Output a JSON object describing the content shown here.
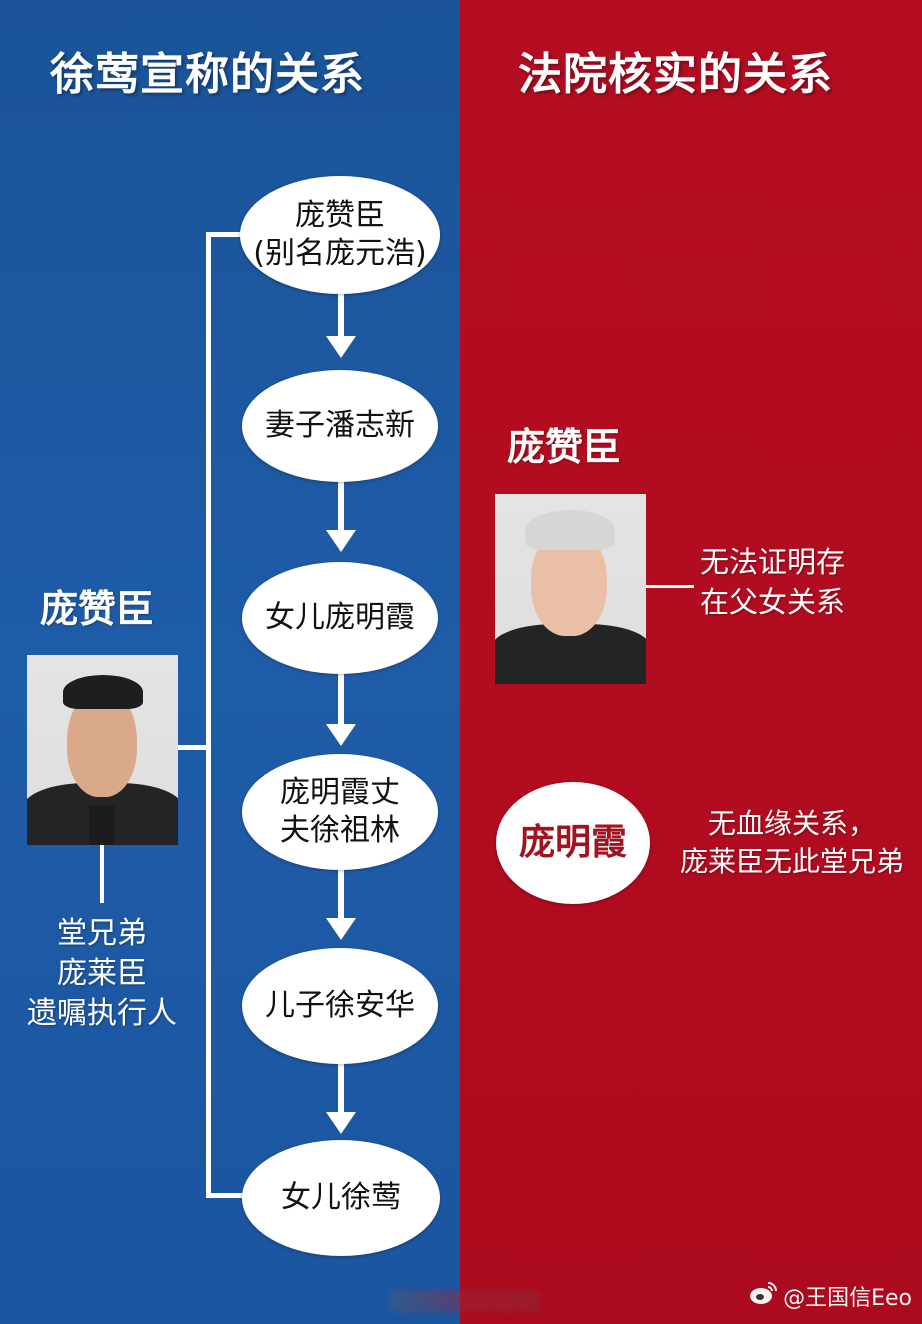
{
  "left_panel": {
    "title": "徐莺宣称的关系",
    "background_color": "#1f5ca8",
    "chain": [
      {
        "line1": "庞赞臣",
        "line2": "(别名庞元浩)"
      },
      {
        "line1": "妻子潘志新",
        "line2": ""
      },
      {
        "line1": "女儿庞明霞",
        "line2": ""
      },
      {
        "line1": "庞明霞丈",
        "line2": "夫徐祖林"
      },
      {
        "line1": "儿子徐安华",
        "line2": ""
      },
      {
        "line1": "女儿徐莺",
        "line2": ""
      }
    ],
    "person_name": "庞赞臣",
    "caption": [
      "堂兄弟",
      "庞莱臣",
      "遗嘱执行人"
    ]
  },
  "right_panel": {
    "title": "法院核实的关系",
    "background_color": "#b20c20",
    "person_name": "庞赞臣",
    "person_note": [
      "无法证明存",
      "在父女关系"
    ],
    "oval_name": "庞明霞",
    "oval_note": [
      "无血缘关系，",
      "庞莱臣无此堂兄弟"
    ]
  },
  "watermark": {
    "icon": "weibo-icon",
    "text": "@王国信Eeo"
  }
}
